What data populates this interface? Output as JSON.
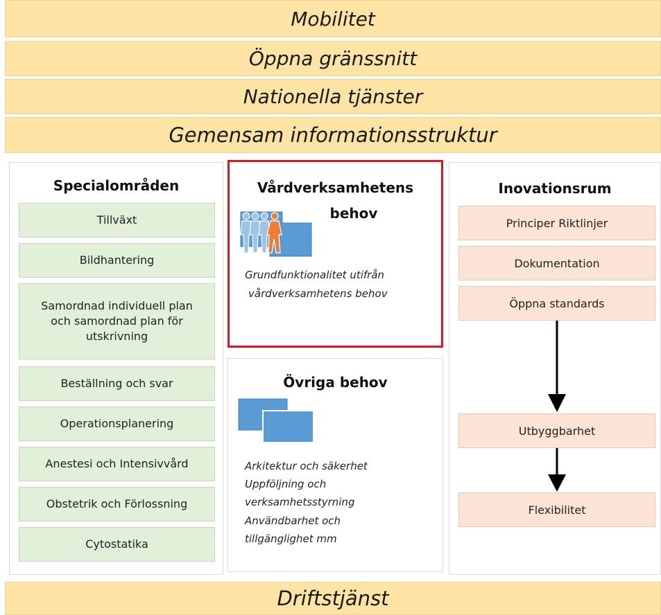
{
  "bands": {
    "mobilitet": "Mobilitet",
    "oppna": "Öppna gränssnitt",
    "nationella": "Nationella tjänster",
    "gemensam": "Gemensam informationsstruktur",
    "drift": "Driftstjänst"
  },
  "special": {
    "title": "Specialområden",
    "items": [
      "Tillväxt",
      "Bildhantering",
      "Samordnad individuell plan och samordnad plan för utskrivning",
      "Beställning och svar",
      "Operationsplanering",
      "Anestesi och Intensivvård",
      "Obstetrik och Förlossning",
      "Cytostatika"
    ]
  },
  "vard": {
    "title_line1": "Vårdverksamhetens",
    "title_line2": "behov",
    "desc_line1": "Grundfunktionalitet utifrån",
    "desc_line2": "vårdverksamhetens behov",
    "border_color": "#e0141b"
  },
  "ovriga": {
    "title": "Övriga behov",
    "lines": [
      "Arkitektur och säkerhet",
      "Uppföljning och",
      "verksamhetsstyrning",
      "Användbarhet och",
      "tillgänglighet mm"
    ]
  },
  "innovation": {
    "title": "Inovationsrum",
    "items": [
      "Principer Riktlinjer",
      "Dokumentation",
      "Öppna standards",
      "Utbyggbarhet",
      "Flexibilitet"
    ]
  },
  "colors": {
    "band": "#fde4a5",
    "green_box": "#e2efd9",
    "orange_box": "#fbe4d5",
    "blue_rect": "#5b9bd5",
    "person_orange": "#ed7d31"
  },
  "icons": [
    "people-group-icon",
    "stacked-rectangles-icon",
    "arrow-down-icon"
  ]
}
